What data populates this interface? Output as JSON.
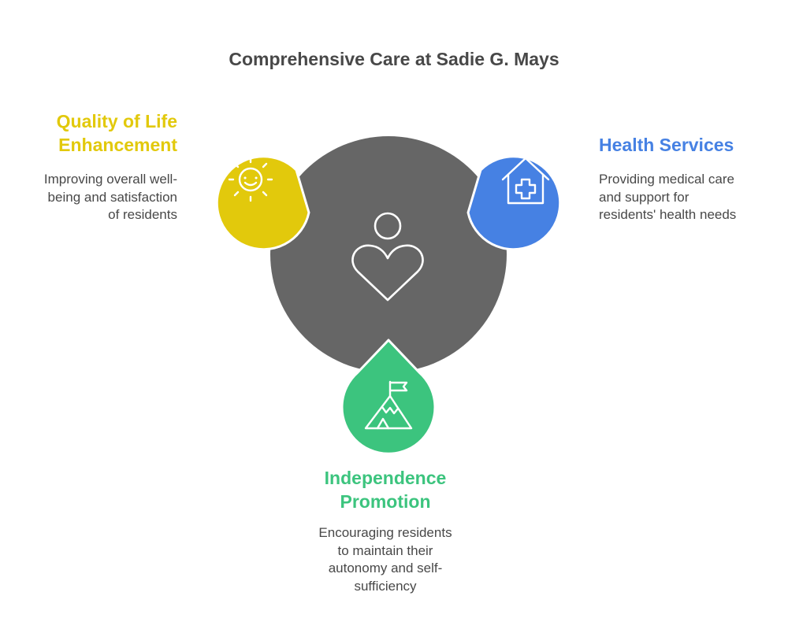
{
  "title": "Comprehensive Care at Sadie G. Mays",
  "colors": {
    "center": "#666666",
    "quality": "#e2c90c",
    "health": "#4681e3",
    "independence": "#3cc47e",
    "heading_text": "#484848"
  },
  "center": {
    "icon": "person-heart-icon"
  },
  "items": [
    {
      "key": "quality",
      "heading": [
        "Quality of Life",
        "Enhancement"
      ],
      "description": [
        "Improving overall well-",
        "being and satisfaction",
        "of residents"
      ],
      "icon": "sun-smile-icon"
    },
    {
      "key": "health",
      "heading": [
        "Health Services"
      ],
      "description": [
        "Providing medical care",
        "and support for",
        "residents' health needs"
      ],
      "icon": "house-medical-icon"
    },
    {
      "key": "independence",
      "heading": [
        "Independence",
        "Promotion"
      ],
      "description": [
        "Encouraging residents",
        "to maintain their",
        "autonomy and self-",
        "sufficiency"
      ],
      "icon": "mountain-flag-icon"
    }
  ]
}
